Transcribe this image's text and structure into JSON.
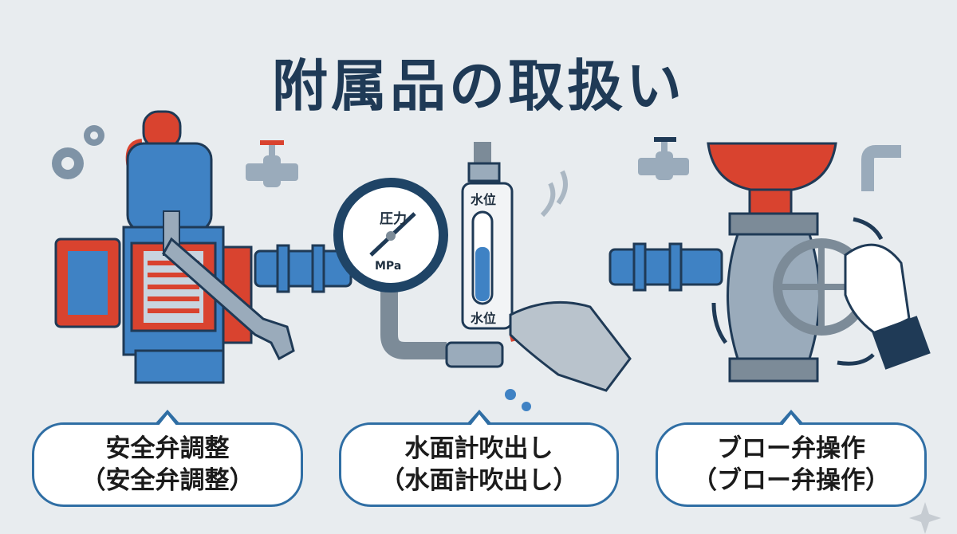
{
  "title": "附属品の取扱い",
  "gauge": {
    "label": "圧力",
    "unit": "MPa"
  },
  "water_gauge": {
    "top_label": "水位",
    "bottom_label": "水位"
  },
  "panels": [
    {
      "line1": "安全弁調整",
      "line2": "（安全弁調整）"
    },
    {
      "line1": "水面計吹出し",
      "line2": "（水面計吹出し）"
    },
    {
      "line1": "ブロー弁操作",
      "line2": "（ブロー弁操作）"
    }
  ],
  "colors": {
    "navy": "#1f3a56",
    "blue": "#3f82c4",
    "red": "#d9432f",
    "outline": "#2f6ea4"
  }
}
